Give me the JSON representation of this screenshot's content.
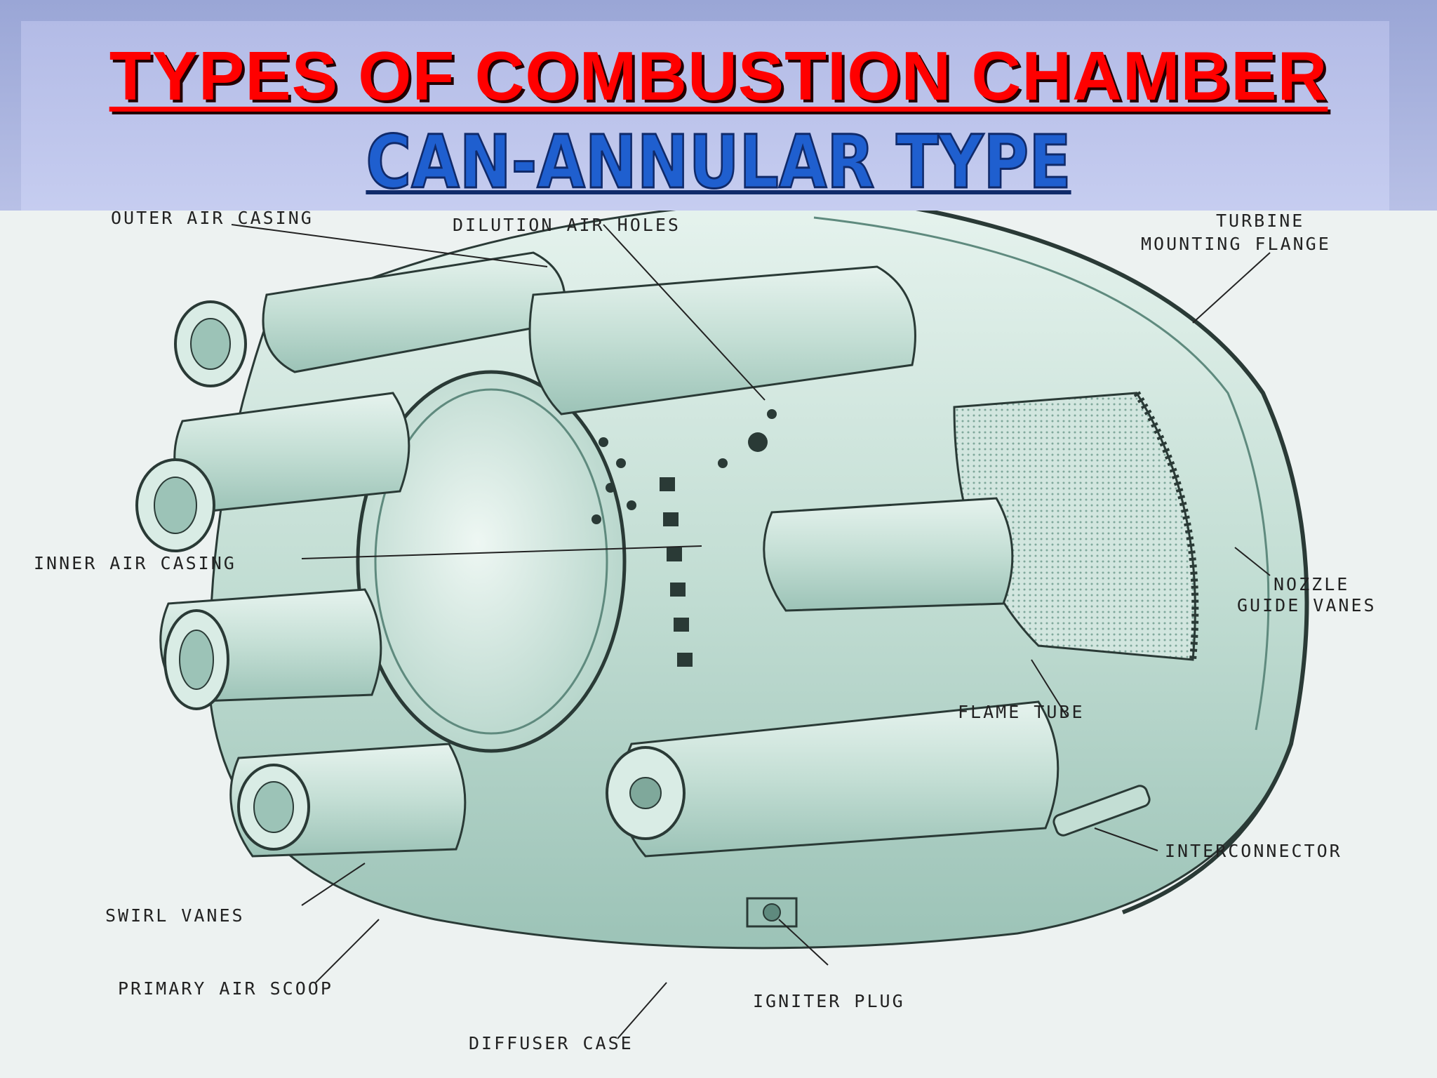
{
  "title": "TYPES OF COMBUSTION CHAMBER",
  "subtitle": "CAN-ANNULAR TYPE",
  "labels": {
    "outer_air_casing": "OUTER AIR CASING",
    "dilution_air_holes": "DILUTION AIR HOLES",
    "turbine_line1": "TURBINE",
    "turbine_line2": "MOUNTING FLANGE",
    "inner_air_casing": "INNER AIR CASING",
    "nozzle_line1": "NOZZLE",
    "nozzle_line2": "GUIDE VANES",
    "flame_tube": "FLAME TUBE",
    "interconnector": "INTERCONNECTOR",
    "swirl_vanes": "SWIRL VANES",
    "primary_air_scoop": "PRIMARY AIR SCOOP",
    "igniter_plug": "IGNITER PLUG",
    "diffuser_case": "DIFFUSER CASE"
  },
  "colors": {
    "title": "#ff0000",
    "subtitle": "#1f5fcf",
    "header_band": "#b8c0e6",
    "metal": "#c9e3da",
    "metal_shade": "#8fb8ac",
    "line": "#2a3a36"
  }
}
